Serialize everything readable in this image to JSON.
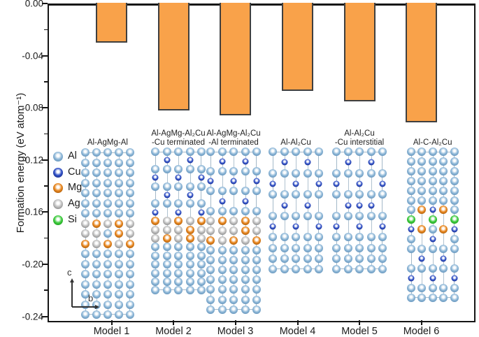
{
  "chart_data": {
    "type": "bar",
    "title": "",
    "xlabel": "",
    "ylabel": "Formation energy (eV atom⁻¹)",
    "ylim": [
      -0.24,
      0.0
    ],
    "grid": false,
    "categories": [
      "Model 1",
      "Model 2",
      "Model 3",
      "Model 4",
      "Model 5",
      "Model 6"
    ],
    "values": [
      -0.03,
      -0.082,
      -0.086,
      -0.067,
      -0.075,
      -0.091
    ],
    "ytick_values": [
      0.0,
      -0.04,
      -0.08,
      -0.12,
      -0.16,
      -0.2,
      -0.24
    ],
    "ytick_labels": [
      "0.00",
      "-0.04",
      "-0.08",
      "-0.12",
      "-0.16",
      "-0.20",
      "-0.24"
    ],
    "minor_tick_values": [
      -0.02,
      -0.06,
      -0.1,
      -0.14,
      -0.18,
      -0.22
    ],
    "bar_color": "#F9A24A",
    "bar_border_color": "#3F3F3F",
    "legend_position": "middle-left"
  },
  "legend": {
    "items": [
      {
        "element": "Al",
        "color": "#8FB8D8",
        "dark": "#4A7EAA"
      },
      {
        "element": "Cu",
        "color": "#2F4FC6",
        "dark": "#16246E"
      },
      {
        "element": "Mg",
        "color": "#E8861E",
        "dark": "#8A4A08"
      },
      {
        "element": "Ag",
        "color": "#C0C0C0",
        "dark": "#6E6E6E"
      },
      {
        "element": "Si",
        "color": "#3ECB3E",
        "dark": "#118A11"
      }
    ]
  },
  "models": [
    {
      "name": "Model 1",
      "label_lines": [
        "Al-AgMg-Al"
      ],
      "value": -0.03,
      "atom_rows": [
        "AAAAA",
        "AAAAA",
        "AAAAA",
        "AAAAA",
        "AAAAA",
        "AAAAA",
        "AAAAA",
        "GMGMG",
        "GGAMG",
        "MGMGM",
        "AAAAA",
        "AAAAA",
        "AAAAA",
        "AAAAA",
        "AAAAA",
        "AAAAA",
        "AAAAA"
      ]
    },
    {
      "name": "Model 2",
      "label_lines": [
        "Al-AgMg-Al₂Cu",
        "-Cu terminated"
      ],
      "value": -0.082,
      "atom_rows": [
        "AAAAA",
        ".C.C.",
        "AAAAA",
        "C.C.C",
        "AAAAA",
        ".C.C.",
        "AAAAA",
        "C.C.C",
        "MGMGM",
        "GGGMG",
        "GMGMG",
        "AAAAA",
        "AAAAA",
        "AAAAA",
        "AAAAA",
        "AAAAA",
        "AAAAA"
      ]
    },
    {
      "name": "Model 3",
      "label_lines": [
        "Al-AgMg-Al₂Cu",
        "-Al terminated"
      ],
      "value": -0.086,
      "atom_rows": [
        "AAAAA",
        ".C.C.",
        "AAAAA",
        "C.C.C",
        "AAAAA",
        ".C.C.",
        "AAAAA",
        "GMGMG",
        "GGGMG",
        "MGMGM",
        "AAAAA",
        "AAAAA",
        "AAAAA",
        "AAAAA",
        "AAAAA",
        "AAAAA",
        "AAAAA"
      ]
    },
    {
      "name": "Model 4",
      "label_lines": [
        "Al-Al₂Cu"
      ],
      "value": -0.067,
      "atom_rows": [
        "AAAAA",
        ".C.C.",
        "AAAAA",
        "C.C.C",
        "AAAAA",
        ".C.C.",
        "AAAAA",
        "C.C.C",
        "AAAAA",
        "AAAAA",
        "AAAAA",
        "AAAAA"
      ]
    },
    {
      "name": "Model 5",
      "label_lines": [
        "Al-Al₂Cu",
        "-Cu interstitial"
      ],
      "value": -0.075,
      "atom_rows": [
        "AAAAA",
        ".C.C.",
        "AAAAA",
        "C.C.C",
        "AAAAA",
        ".CCC.",
        "AAAAA",
        "C.C.C",
        "AAAAA",
        "AAAAA",
        "AAAAA",
        "AAAAA"
      ]
    },
    {
      "name": "Model 6",
      "label_lines": [
        "Al-C-Al₂Cu"
      ],
      "value": -0.091,
      "atom_rows": [
        "AAAAA",
        "AAAAA",
        "AAAAA",
        "AAAAA",
        "AAAAA",
        "AAAAA",
        "AMCMA",
        "S.S.S",
        "CMAMC",
        "A.C.A",
        "AAAAA",
        ".C.C.",
        "AAAAA",
        "C.C.C",
        "AAAAA",
        "AAAAA"
      ]
    }
  ],
  "atom_colors": {
    "A": {
      "element": "Al",
      "color": "#8FB8D8",
      "dark": "#4A7EAA"
    },
    "C": {
      "element": "Cu",
      "color": "#2F4FC6",
      "dark": "#16246E"
    },
    "M": {
      "element": "Mg",
      "color": "#E8861E",
      "dark": "#8A4A08"
    },
    "G": {
      "element": "Ag",
      "color": "#C0C0C0",
      "dark": "#6E6E6E"
    },
    "S": {
      "element": "Si",
      "color": "#3ECB3E",
      "dark": "#118A11"
    }
  },
  "axis_indicator": {
    "vertical_label": "c",
    "horizontal_label": "b"
  }
}
